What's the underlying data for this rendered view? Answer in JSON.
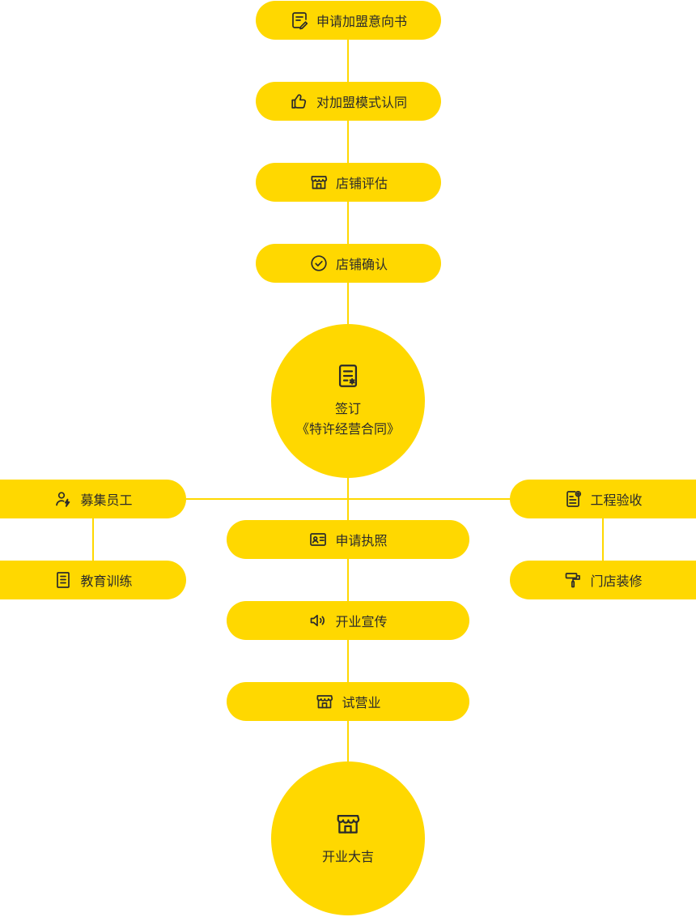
{
  "page": {
    "background_color": "#ffffff",
    "accent_color": "#FFD800",
    "text_color": "#2b2b2b"
  },
  "flow": {
    "top_steps": [
      {
        "label": "申请加盟意向书",
        "icon": "edit-document-icon"
      },
      {
        "label": "对加盟模式认同",
        "icon": "thumbs-up-icon"
      },
      {
        "label": "店铺评估",
        "icon": "storefront-icon"
      },
      {
        "label": "店铺确认",
        "icon": "check-circle-icon"
      }
    ],
    "contract_node": {
      "line1": "签订",
      "line2": "《特许经营合同》",
      "icon": "contract-document-icon"
    },
    "left_branch": [
      {
        "label": "募集员工",
        "icon": "recruit-person-icon"
      },
      {
        "label": "教育训练",
        "icon": "book-icon"
      }
    ],
    "right_branch": [
      {
        "label": "工程验收",
        "icon": "inspection-document-icon"
      },
      {
        "label": "门店装修",
        "icon": "paint-roller-icon"
      }
    ],
    "center_steps": [
      {
        "label": "申请执照",
        "icon": "license-card-icon"
      },
      {
        "label": "开业宣传",
        "icon": "speaker-icon"
      },
      {
        "label": "试营业",
        "icon": "storefront-icon"
      }
    ],
    "final_node": {
      "label": "开业大吉",
      "icon": "storefront-icon"
    }
  }
}
